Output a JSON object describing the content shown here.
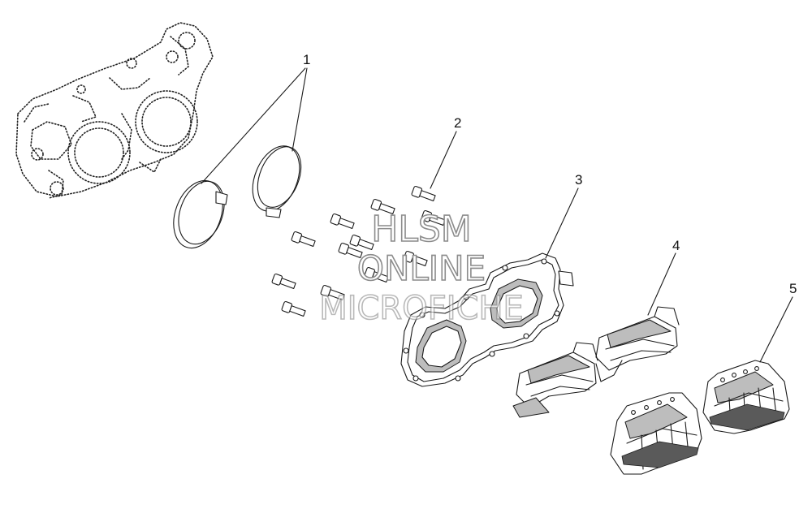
{
  "callouts": [
    {
      "label": "1"
    },
    {
      "label": "2"
    },
    {
      "label": "3"
    },
    {
      "label": "4"
    },
    {
      "label": "5"
    }
  ],
  "watermark": {
    "line1": "HLSM",
    "line2": "ONLINE",
    "line3": "MICROFICHE"
  }
}
